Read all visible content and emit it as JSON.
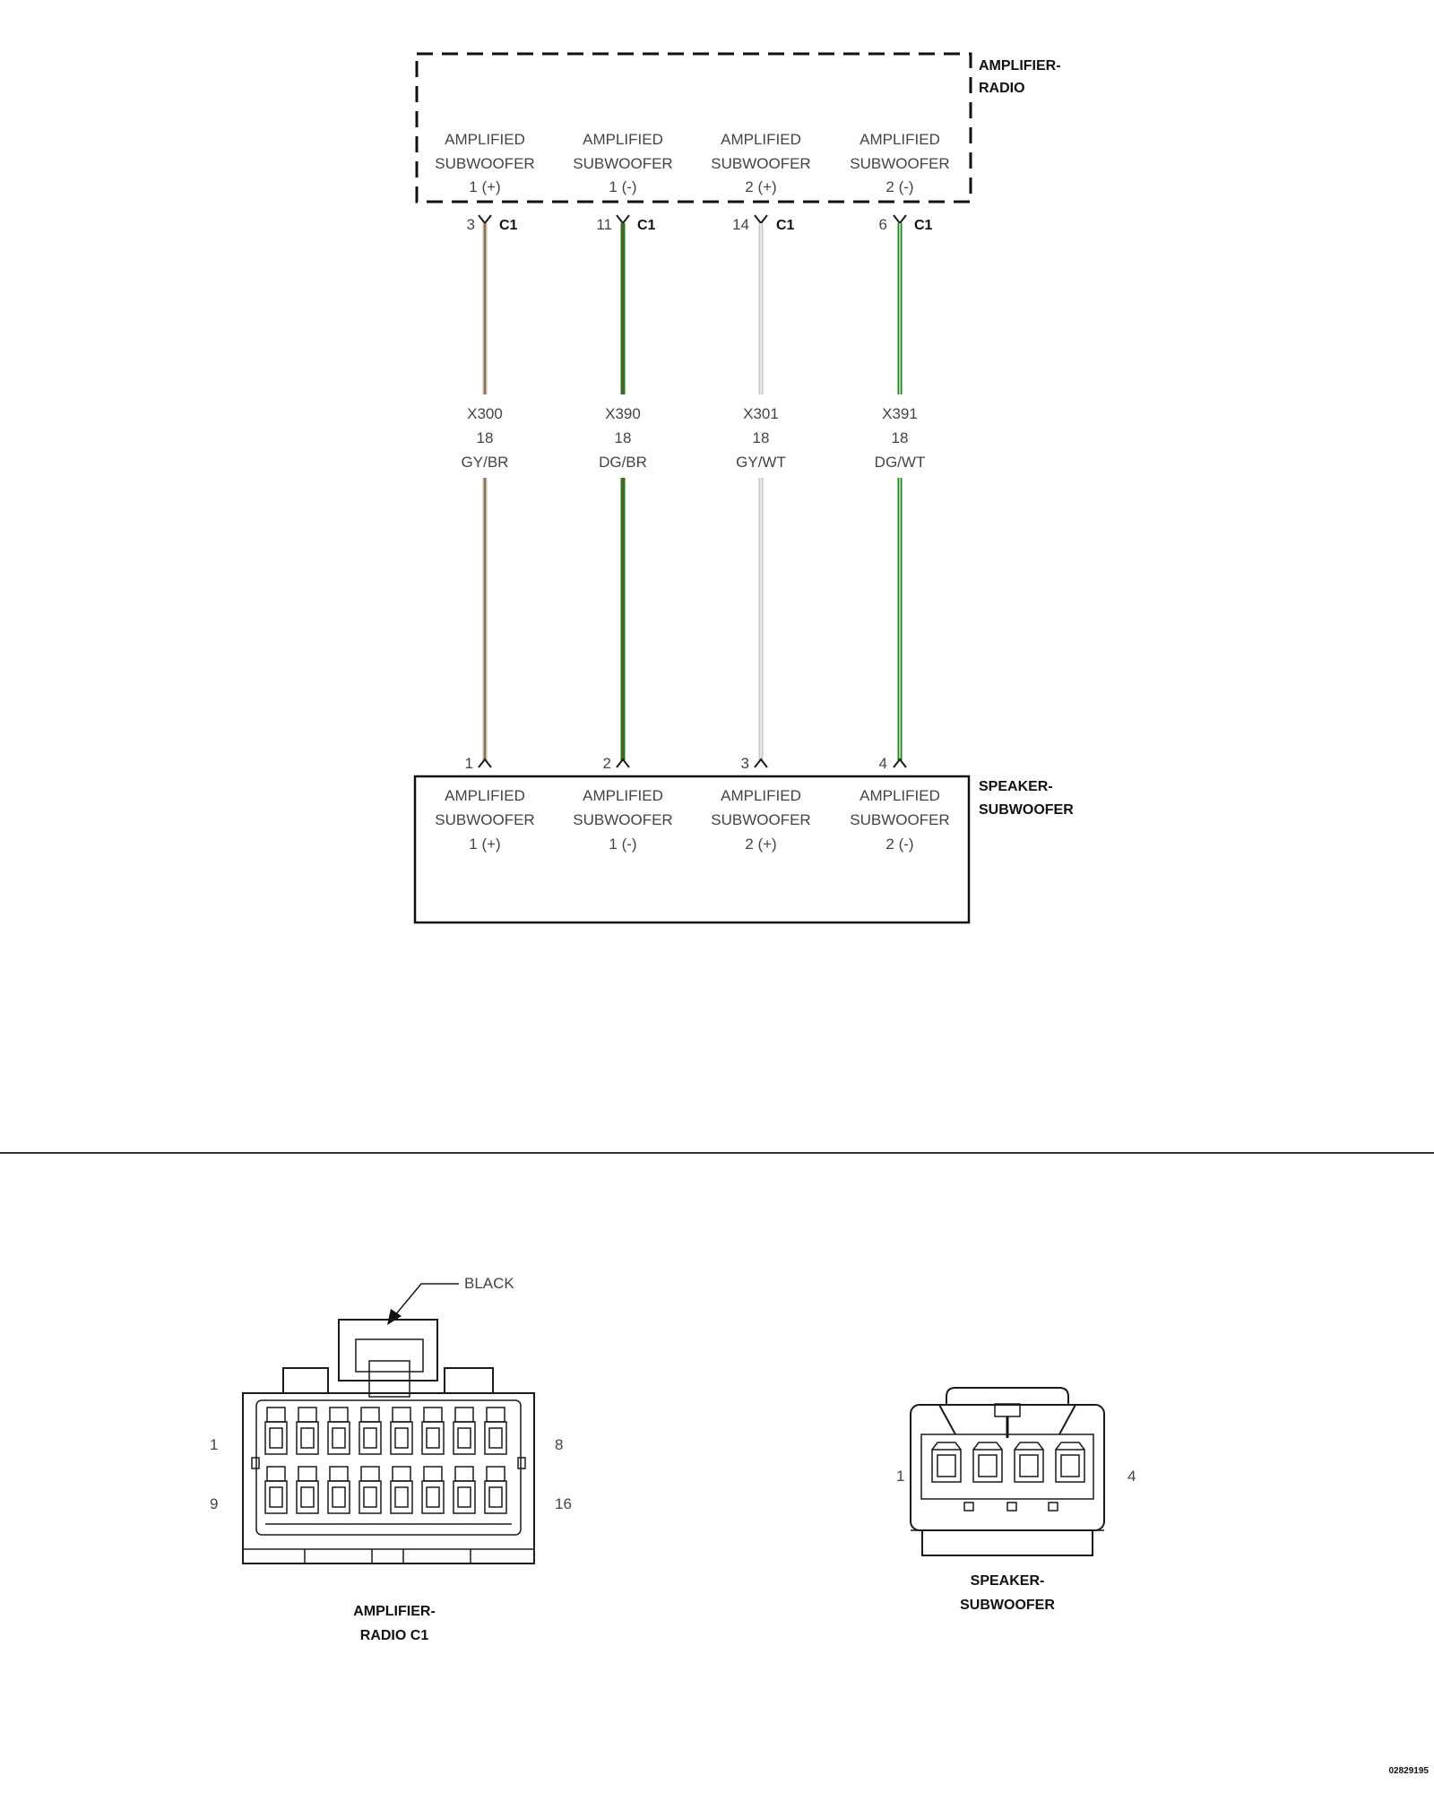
{
  "modules": {
    "amplifier_radio": {
      "name_line1": "AMPLIFIER-",
      "name_line2": "RADIO"
    },
    "speaker_subwoofer": {
      "name_line1": "SPEAKER-",
      "name_line2": "SUBWOOFER"
    }
  },
  "circuits": [
    {
      "func_line1": "AMPLIFIED",
      "func_line2": "SUBWOOFER",
      "func_line3": "1 (+)",
      "amp_pin": "3",
      "amp_connector": "C1",
      "wire_id": "X300",
      "gauge": "18",
      "color_code": "GY/BR",
      "spk_pin": "1",
      "wire_color": "#bfb6a4",
      "tracer_color": "#6e5433"
    },
    {
      "func_line1": "AMPLIFIED",
      "func_line2": "SUBWOOFER",
      "func_line3": "1 (-)",
      "amp_pin": "11",
      "amp_connector": "C1",
      "wire_id": "X390",
      "gauge": "18",
      "color_code": "DG/BR",
      "spk_pin": "2",
      "wire_color": "#1f7a1f",
      "tracer_color": "#6e5433"
    },
    {
      "func_line1": "AMPLIFIED",
      "func_line2": "SUBWOOFER",
      "func_line3": "2 (+)",
      "amp_pin": "14",
      "amp_connector": "C1",
      "wire_id": "X301",
      "gauge": "18",
      "color_code": "GY/WT",
      "spk_pin": "3",
      "wire_color": "#c8c8c8",
      "tracer_color": "#f2f2f2"
    },
    {
      "func_line1": "AMPLIFIED",
      "func_line2": "SUBWOOFER",
      "func_line3": "2 (-)",
      "amp_pin": "6",
      "amp_connector": "C1",
      "wire_id": "X391",
      "gauge": "18",
      "color_code": "DG/WT",
      "spk_pin": "4",
      "wire_color": "#1f8a1f",
      "tracer_color": "#e9f5e9"
    }
  ],
  "connector_views": {
    "amp_c1": {
      "label_line1": "AMPLIFIER-",
      "label_line2": "RADIO C1",
      "callout": "BLACK",
      "pin_top_left": "1",
      "pin_top_right": "8",
      "pin_bottom_left": "9",
      "pin_bottom_right": "16"
    },
    "speaker": {
      "label_line1": "SPEAKER-",
      "label_line2": "SUBWOOFER",
      "pin_left": "1",
      "pin_right": "4"
    }
  },
  "footer_code": "02829195"
}
